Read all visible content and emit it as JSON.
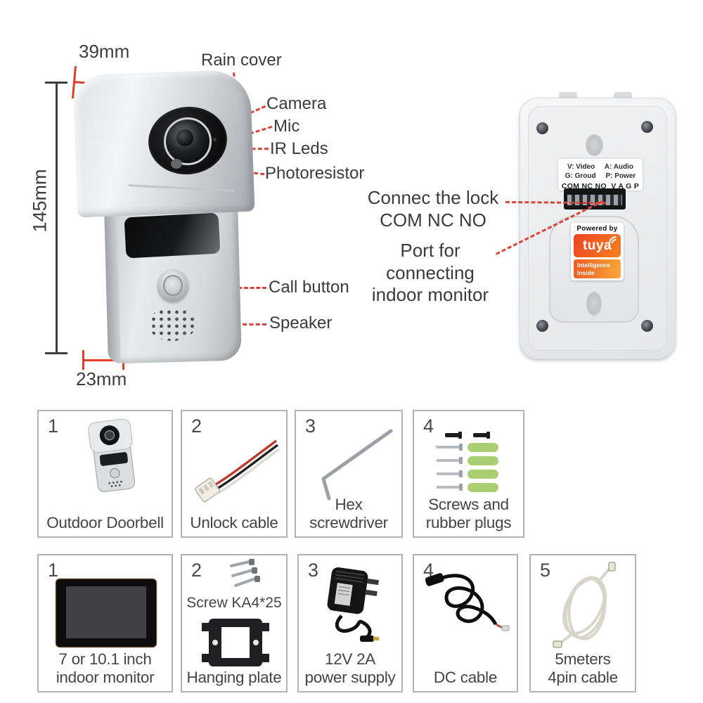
{
  "colors": {
    "accent_red": "#d9453c",
    "dimension_red": "#e23d2c",
    "text_dark": "#3b3b3b",
    "box_border": "#b3b3b3",
    "tuya_orange": "#ee4323",
    "plug_green": "#a9cf72"
  },
  "front": {
    "dim_width_top": "39mm",
    "dim_height": "145mm",
    "dim_width_bottom": "23mm",
    "labels": {
      "rain_cover": "Rain cover",
      "camera": "Camera",
      "mic": "Mic",
      "ir_leds": "IR Leds",
      "photoresistor": "Photoresistor",
      "call_button": "Call button",
      "speaker": "Speaker"
    }
  },
  "back": {
    "annotation_lock": "Connec the lock\nCOM NC NO",
    "annotation_port": "Port for connecting\nindoor monitor",
    "sticker_line1": "V: Video     A: Audio",
    "sticker_line2": "G: Groud     P: Power",
    "sticker_line3": "COM NC NO  V A G P",
    "tuya_powered_by": "Powered by",
    "tuya_brand": "tuya",
    "tuya_tagline": "Intelligence\nInside"
  },
  "package": {
    "row1": [
      {
        "num": "1",
        "label": "Outdoor Doorbell"
      },
      {
        "num": "2",
        "label": "Unlock cable"
      },
      {
        "num": "3",
        "label": "Hex screwdriver"
      },
      {
        "num": "4",
        "label": "Screws and\nrubber plugs"
      }
    ],
    "row2": [
      {
        "num": "1",
        "label": "7 or 10.1 inch\nindoor monitor"
      },
      {
        "num": "2",
        "label": "Hanging plate",
        "screw_note": "Screw KA4*25"
      },
      {
        "num": "3",
        "label": "12V 2A\npower supply"
      },
      {
        "num": "4",
        "label": "DC cable"
      },
      {
        "num": "5",
        "label": "5meters\n4pin cable"
      }
    ]
  }
}
